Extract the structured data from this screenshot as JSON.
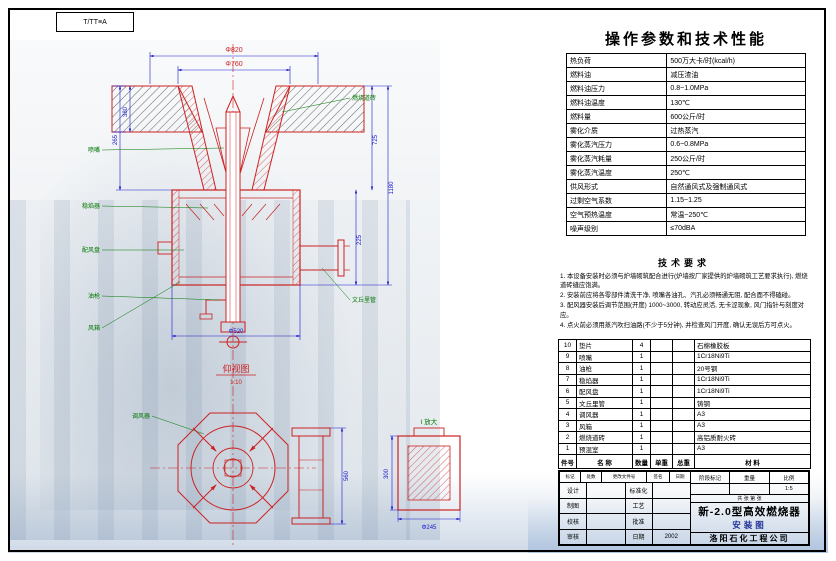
{
  "frame": {
    "corner_label": "T/TT≡A"
  },
  "param_table": {
    "title": "操作参数和技术性能",
    "rows": [
      {
        "label": "热负荷",
        "value": "500万大卡/时(kcal/h)"
      },
      {
        "label": "燃料油",
        "value": "减压渣油"
      },
      {
        "label": "燃料油压力",
        "value": "0.8~1.0MPa"
      },
      {
        "label": "燃料油温度",
        "value": "130℃"
      },
      {
        "label": "燃料量",
        "value": "600公斤/时"
      },
      {
        "label": "雾化介质",
        "value": "过热蒸汽"
      },
      {
        "label": "雾化蒸汽压力",
        "value": "0.6~0.8MPa"
      },
      {
        "label": "雾化蒸汽耗量",
        "value": "250公斤/时"
      },
      {
        "label": "雾化蒸汽温度",
        "value": "250℃"
      },
      {
        "label": "供风形式",
        "value": "自然通风式及强制通风式"
      },
      {
        "label": "过剩空气系数",
        "value": "1.15~1.25"
      },
      {
        "label": "空气预热温度",
        "value": "常温~250℃"
      },
      {
        "label": "噪声级别",
        "value": "≤70dBA"
      }
    ]
  },
  "notes": {
    "title": "技术要求",
    "items": [
      "1. 本设备安装时必须与炉墙砌筑配合进行(炉墙按厂家提供的炉墙砌筑工艺要求执行), 燃烧道砖缝应饱满。",
      "2. 安装前应将各零部件清洗干净, 喷嘴各油孔、汽孔必须畅通无阻, 配合面不得磕碰。",
      "3. 配风器安装后调节范围(开度) 1000~3000, 转动应灵活, 无卡涩现象, 风门指针与刻度对应。",
      "4. 点火前必须用蒸汽吹扫油路(不少于5分钟), 并检查风门开度, 确认无误后方可点火。"
    ]
  },
  "bom": {
    "headers": {
      "no": "件号",
      "name": "名  称",
      "qty": "数量",
      "unit_weight": "单重",
      "total_weight": "总重",
      "material": "材  料"
    },
    "rows": [
      {
        "no": "10",
        "name": "垫片",
        "qty": "4",
        "unit": "",
        "total": "",
        "material": "石棉橡胶板"
      },
      {
        "no": "9",
        "name": "喷嘴",
        "qty": "1",
        "unit": "",
        "total": "",
        "material": "1Cr18Ni9Ti"
      },
      {
        "no": "8",
        "name": "油枪",
        "qty": "1",
        "unit": "",
        "total": "",
        "material": "20号钢"
      },
      {
        "no": "7",
        "name": "稳焰器",
        "qty": "1",
        "unit": "",
        "total": "",
        "material": "1Cr18Ni9Ti"
      },
      {
        "no": "6",
        "name": "配风盘",
        "qty": "1",
        "unit": "",
        "total": "",
        "material": "1Cr18Ni9Ti"
      },
      {
        "no": "5",
        "name": "文丘里管",
        "qty": "1",
        "unit": "",
        "total": "",
        "material": "铸钢"
      },
      {
        "no": "4",
        "name": "调风器",
        "qty": "1",
        "unit": "",
        "total": "",
        "material": "A3"
      },
      {
        "no": "3",
        "name": "风箱",
        "qty": "1",
        "unit": "",
        "total": "",
        "material": "A3"
      },
      {
        "no": "2",
        "name": "燃烧道砖",
        "qty": "1",
        "unit": "",
        "total": "",
        "material": "高铝质耐火砖"
      },
      {
        "no": "1",
        "name": "预混室",
        "qty": "1",
        "unit": "",
        "total": "",
        "material": "A3"
      }
    ]
  },
  "title_block": {
    "drawing_title": "新-2.0型高效燃烧器",
    "drawing_subtitle": "安装图",
    "company": "洛阳石化工程公司",
    "labels": {
      "mark": "标记",
      "count": "处数",
      "change_doc": "更改文件号",
      "sign": "签名",
      "date": "日期",
      "design": "设计",
      "draft": "制图",
      "check": "校核",
      "review": "审核",
      "standard": "标准化",
      "process": "工艺",
      "approve": "批准",
      "stage": "阶段标记",
      "weight": "重量",
      "scale": "比例"
    },
    "values": {
      "scale": "1:5",
      "date": "2002",
      "sheet": "共 张 第 张"
    }
  },
  "views": {
    "bottom_label": "仰视图",
    "bottom_scale": "1:10",
    "detail_label": "I 放大"
  },
  "dims": {
    "d_top1": "Φ820",
    "d_top2": "Φ760",
    "d_left1": "380",
    "d_left2": "265",
    "d_right1": "1180",
    "d_right2": "725",
    "d_right3": "225",
    "d_botwb": "Φ520",
    "d_sv1": "560",
    "d_sv2": "300",
    "d_sv3": "Φ245"
  },
  "colors": {
    "line_red": "#cc2222",
    "dim_blue": "#1a1acc",
    "callout_green": "#007700"
  }
}
